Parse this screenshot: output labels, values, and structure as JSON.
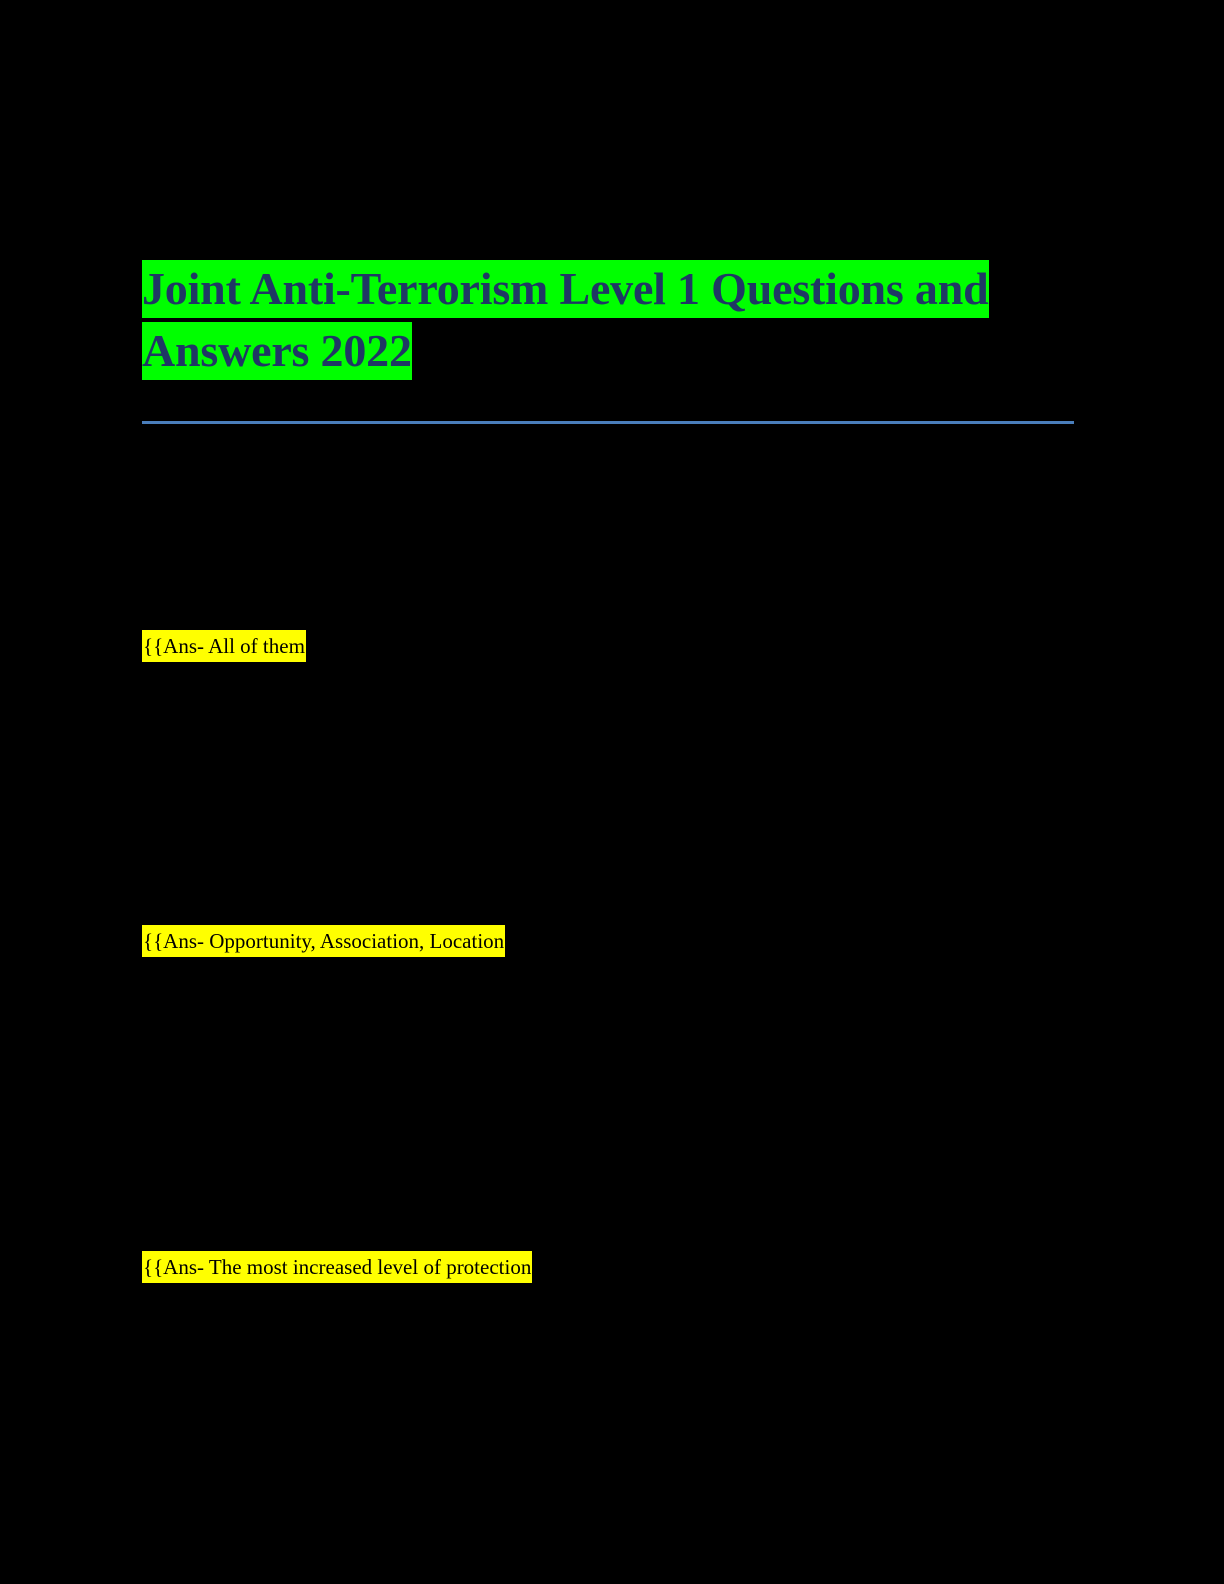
{
  "document": {
    "title": "Joint Anti-Terrorism Level 1 Questions and Answers 2022",
    "background_color": "#000000",
    "title_text_color": "#1F3864",
    "title_highlight_color": "#00FF00",
    "answer_highlight_color": "#FFFF00",
    "answer_text_color": "#000000",
    "rule_color": "#4A7EBB"
  },
  "body": {
    "question_1_text": "",
    "question_2_text": "",
    "question_3_text": ""
  },
  "answers": [
    {
      "text": "{{Ans- All of them"
    },
    {
      "text": "{{Ans- Opportunity, Association, Location"
    },
    {
      "text": "{{Ans- The most increased level of protection"
    }
  ]
}
